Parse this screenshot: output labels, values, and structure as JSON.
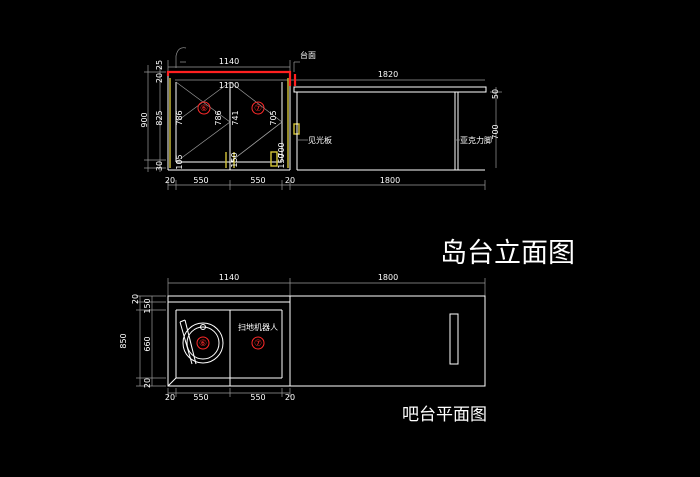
{
  "titles": {
    "elevation": "岛台立面图",
    "plan": "吧台平面图"
  },
  "elevation": {
    "top_dims": [
      "1140",
      "1100",
      "1820"
    ],
    "bottom_dims": [
      "20",
      "550",
      "550",
      "20",
      "1800"
    ],
    "left_dims": [
      "25",
      "20",
      "900",
      "825",
      "30"
    ],
    "inner_dims": [
      "786",
      "786",
      "741",
      "705",
      "105",
      "150",
      "700",
      "150",
      "50",
      "700"
    ],
    "markers": [
      "⑥",
      "⑦"
    ],
    "labels": {
      "countertop": "台面",
      "light_board": "见光板",
      "acrylic_leg": "亚克力脚"
    }
  },
  "plan": {
    "top_dims": [
      "1140",
      "1800"
    ],
    "bottom_dims": [
      "20",
      "550",
      "550",
      "20"
    ],
    "left_dims": [
      "20",
      "150",
      "850",
      "660",
      "20"
    ],
    "markers": [
      "⑥",
      "⑦"
    ],
    "labels": {
      "robot": "扫地机器人"
    }
  }
}
